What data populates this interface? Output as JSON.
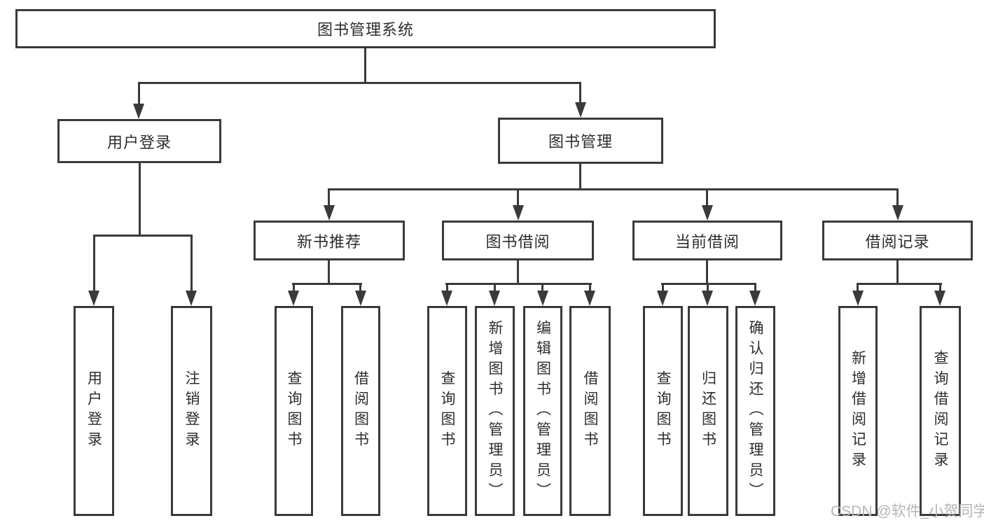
{
  "tree": {
    "root": "图书管理系统",
    "branches": [
      {
        "label": "用户登录",
        "leaves": [
          "用户登录",
          "注销登录"
        ]
      },
      {
        "label": "图书管理",
        "groups": [
          {
            "label": "新书推荐",
            "leaves": [
              "查询图书",
              "借阅图书"
            ]
          },
          {
            "label": "图书借阅",
            "leaves": [
              "查询图书",
              "新增图书（管理员）",
              "编辑图书（管理员）",
              "借阅图书"
            ]
          },
          {
            "label": "当前借阅",
            "leaves": [
              "查询图书",
              "归还图书",
              "确认归还（管理员）"
            ]
          },
          {
            "label": "借阅记录",
            "leaves": [
              "新增借阅记录",
              "查询借阅记录"
            ]
          }
        ]
      }
    ]
  },
  "watermark": {
    "text": "CSDN @软件_小贺同学"
  },
  "colors": {
    "line": "#3a3a3a",
    "box_border": "#3a3a3a",
    "text": "#2d2d2d",
    "watermark": "#b5b5b5",
    "background": "#ffffff"
  }
}
